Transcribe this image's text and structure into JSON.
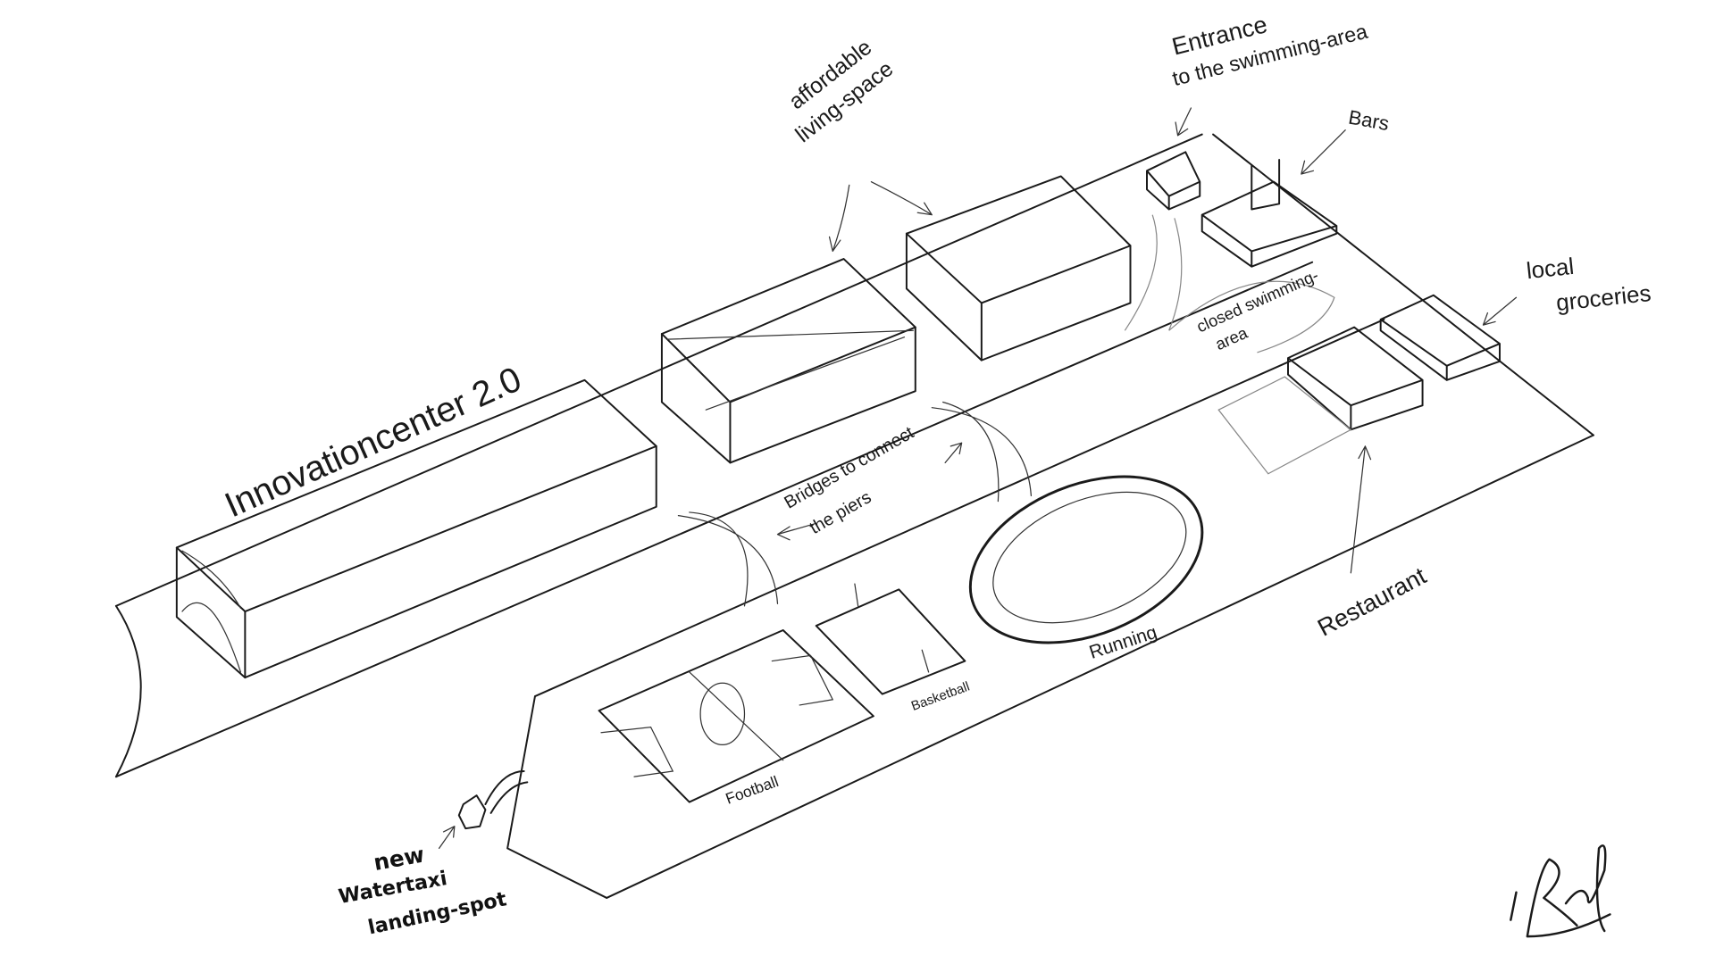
{
  "labels": {
    "innovation_center": "Innovationcenter 2.0",
    "living_space_1": "affordable",
    "living_space_2": "living-space",
    "entrance_1": "Entrance",
    "entrance_2": "to the swimming-area",
    "bars": "Bars",
    "groceries_1": "local",
    "groceries_2": "groceries",
    "swimming_1": "closed swimming-",
    "swimming_2": "area",
    "bridges_1": "Bridges to connect",
    "bridges_2": "the piers",
    "running": "Running",
    "restaurant": "Restaurant",
    "basketball": "Basketball",
    "football": "Football",
    "watertaxi_1": "new",
    "watertaxi_2": "Watertaxi",
    "watertaxi_3": "landing-spot"
  },
  "signature": "J. Rudolf"
}
